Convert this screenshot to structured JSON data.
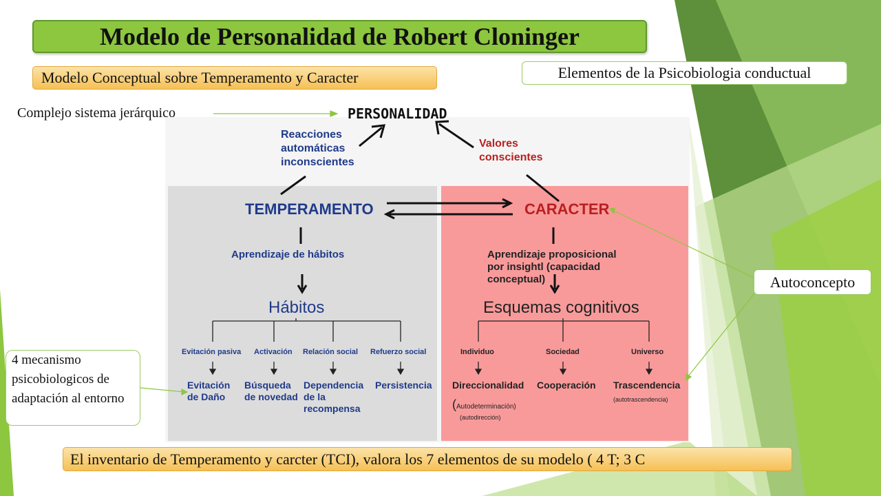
{
  "slide": {
    "title": "Modelo de Personalidad de Robert Cloninger",
    "subtitle": "Modelo Conceptual sobre Temperamento y Caracter",
    "elementos_box": "Elementos de la Psicobiologia conductual",
    "complejo_label": "Complejo sistema jerárquico",
    "personalidad_label": "PERSONALIDAD",
    "autoconcepto_box": "Autoconcepto",
    "mecanismos_box": "4 mecanismo psicobiologicos de adaptación al entorno",
    "bottom_box": "El inventario de Temperamento y carcter (TCI), valora los 7 elementos  de su modelo ( 4 T; 3 C"
  },
  "diagram": {
    "reacciones": "Reacciones automáticas inconscientes",
    "valores": "Valores conscientes",
    "temperamento": "TEMPERAMENTO",
    "caracter": "CARACTER",
    "aprendizaje_habitos": "Aprendizaje de hábitos",
    "aprendizaje_proposicional": "Aprendizaje proposicional por insightl (capacidad conceptual)",
    "habitos": "Hábitos",
    "esquemas": "Esquemas cognitivos",
    "temperament_categories": [
      "Evitación pasiva",
      "Activación",
      "Relación social",
      "Refuerzo social"
    ],
    "temperament_outcomes": [
      "Evitación de Daño",
      "Búsqueda de novedad",
      "Dependencia de la recompensa",
      "Persistencia"
    ],
    "character_categories": [
      "Individuo",
      "Sociedad",
      "Universo"
    ],
    "character_outcomes": [
      "Direccionalidad",
      "Cooperación",
      "Trascendencia"
    ],
    "autodeterminacion": "Autodeterminación",
    "autodireccion": "(autodirección)",
    "autotrascendencia": "(autotrascendencia)"
  },
  "colors": {
    "title_green": "#8dc63f",
    "orange_box": "#f6c055",
    "temperament_panel": "#dcdcdc",
    "character_panel": "#f99a9a",
    "diagram_blue": "#1f3a8a",
    "diagram_red": "#b91f1f",
    "connector_green": "#8dc63f"
  }
}
